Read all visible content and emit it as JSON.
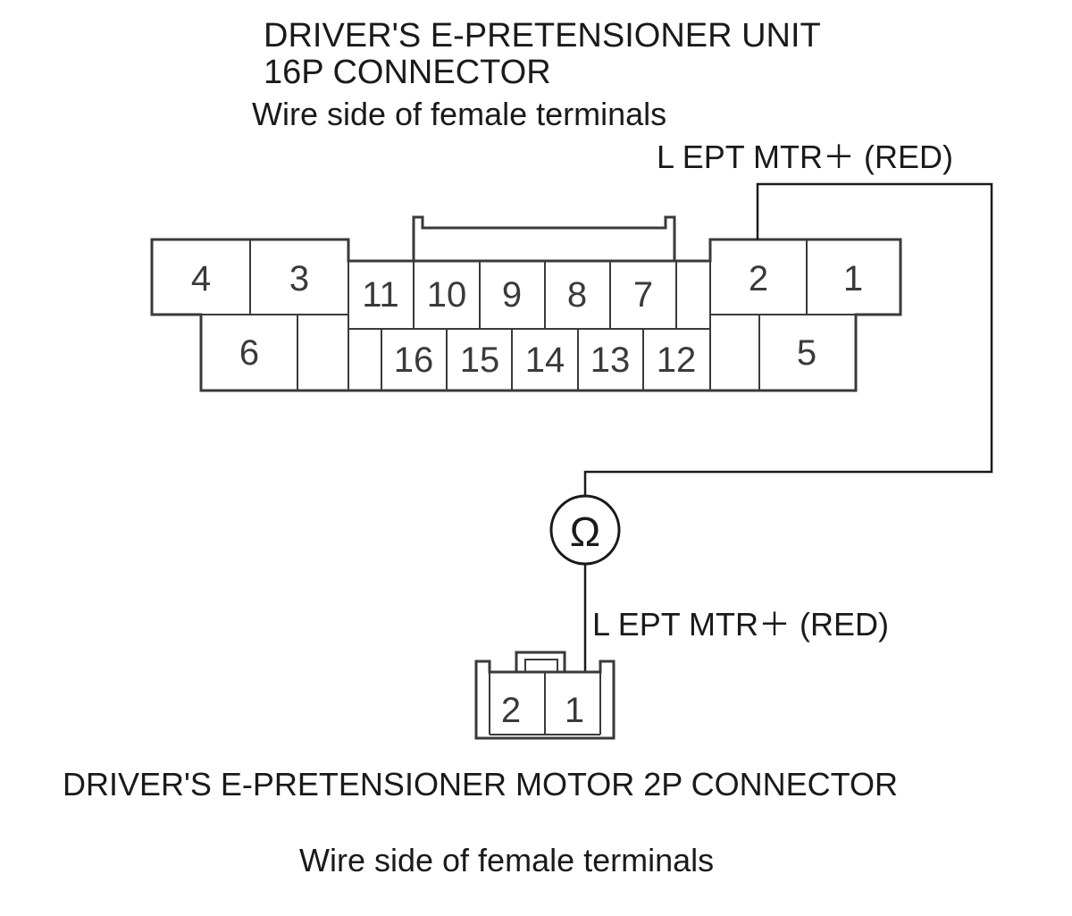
{
  "unit_connector": {
    "title_line1": "DRIVER'S E-PRETENSIONER UNIT",
    "title_line2": "16P CONNECTOR",
    "view": "Wire side of female terminals",
    "wire_label": "L EPT MTR＋ (RED)",
    "pins": {
      "p1": "1",
      "p2": "2",
      "p3": "3",
      "p4": "4",
      "p5": "5",
      "p6": "6",
      "p7": "7",
      "p8": "8",
      "p9": "9",
      "p10": "10",
      "p11": "11",
      "p12": "12",
      "p13": "13",
      "p14": "14",
      "p15": "15",
      "p16": "16"
    }
  },
  "meter": {
    "symbol": "Ω"
  },
  "motor_connector": {
    "wire_label": "L EPT MTR＋ (RED)",
    "title": "DRIVER'S E-PRETENSIONER MOTOR 2P CONNECTOR",
    "view": "Wire side of female terminals",
    "pins": {
      "p1": "1",
      "p2": "2"
    }
  },
  "colors": {
    "line": "#1a1a1a",
    "connector": "#3a3a3a"
  }
}
